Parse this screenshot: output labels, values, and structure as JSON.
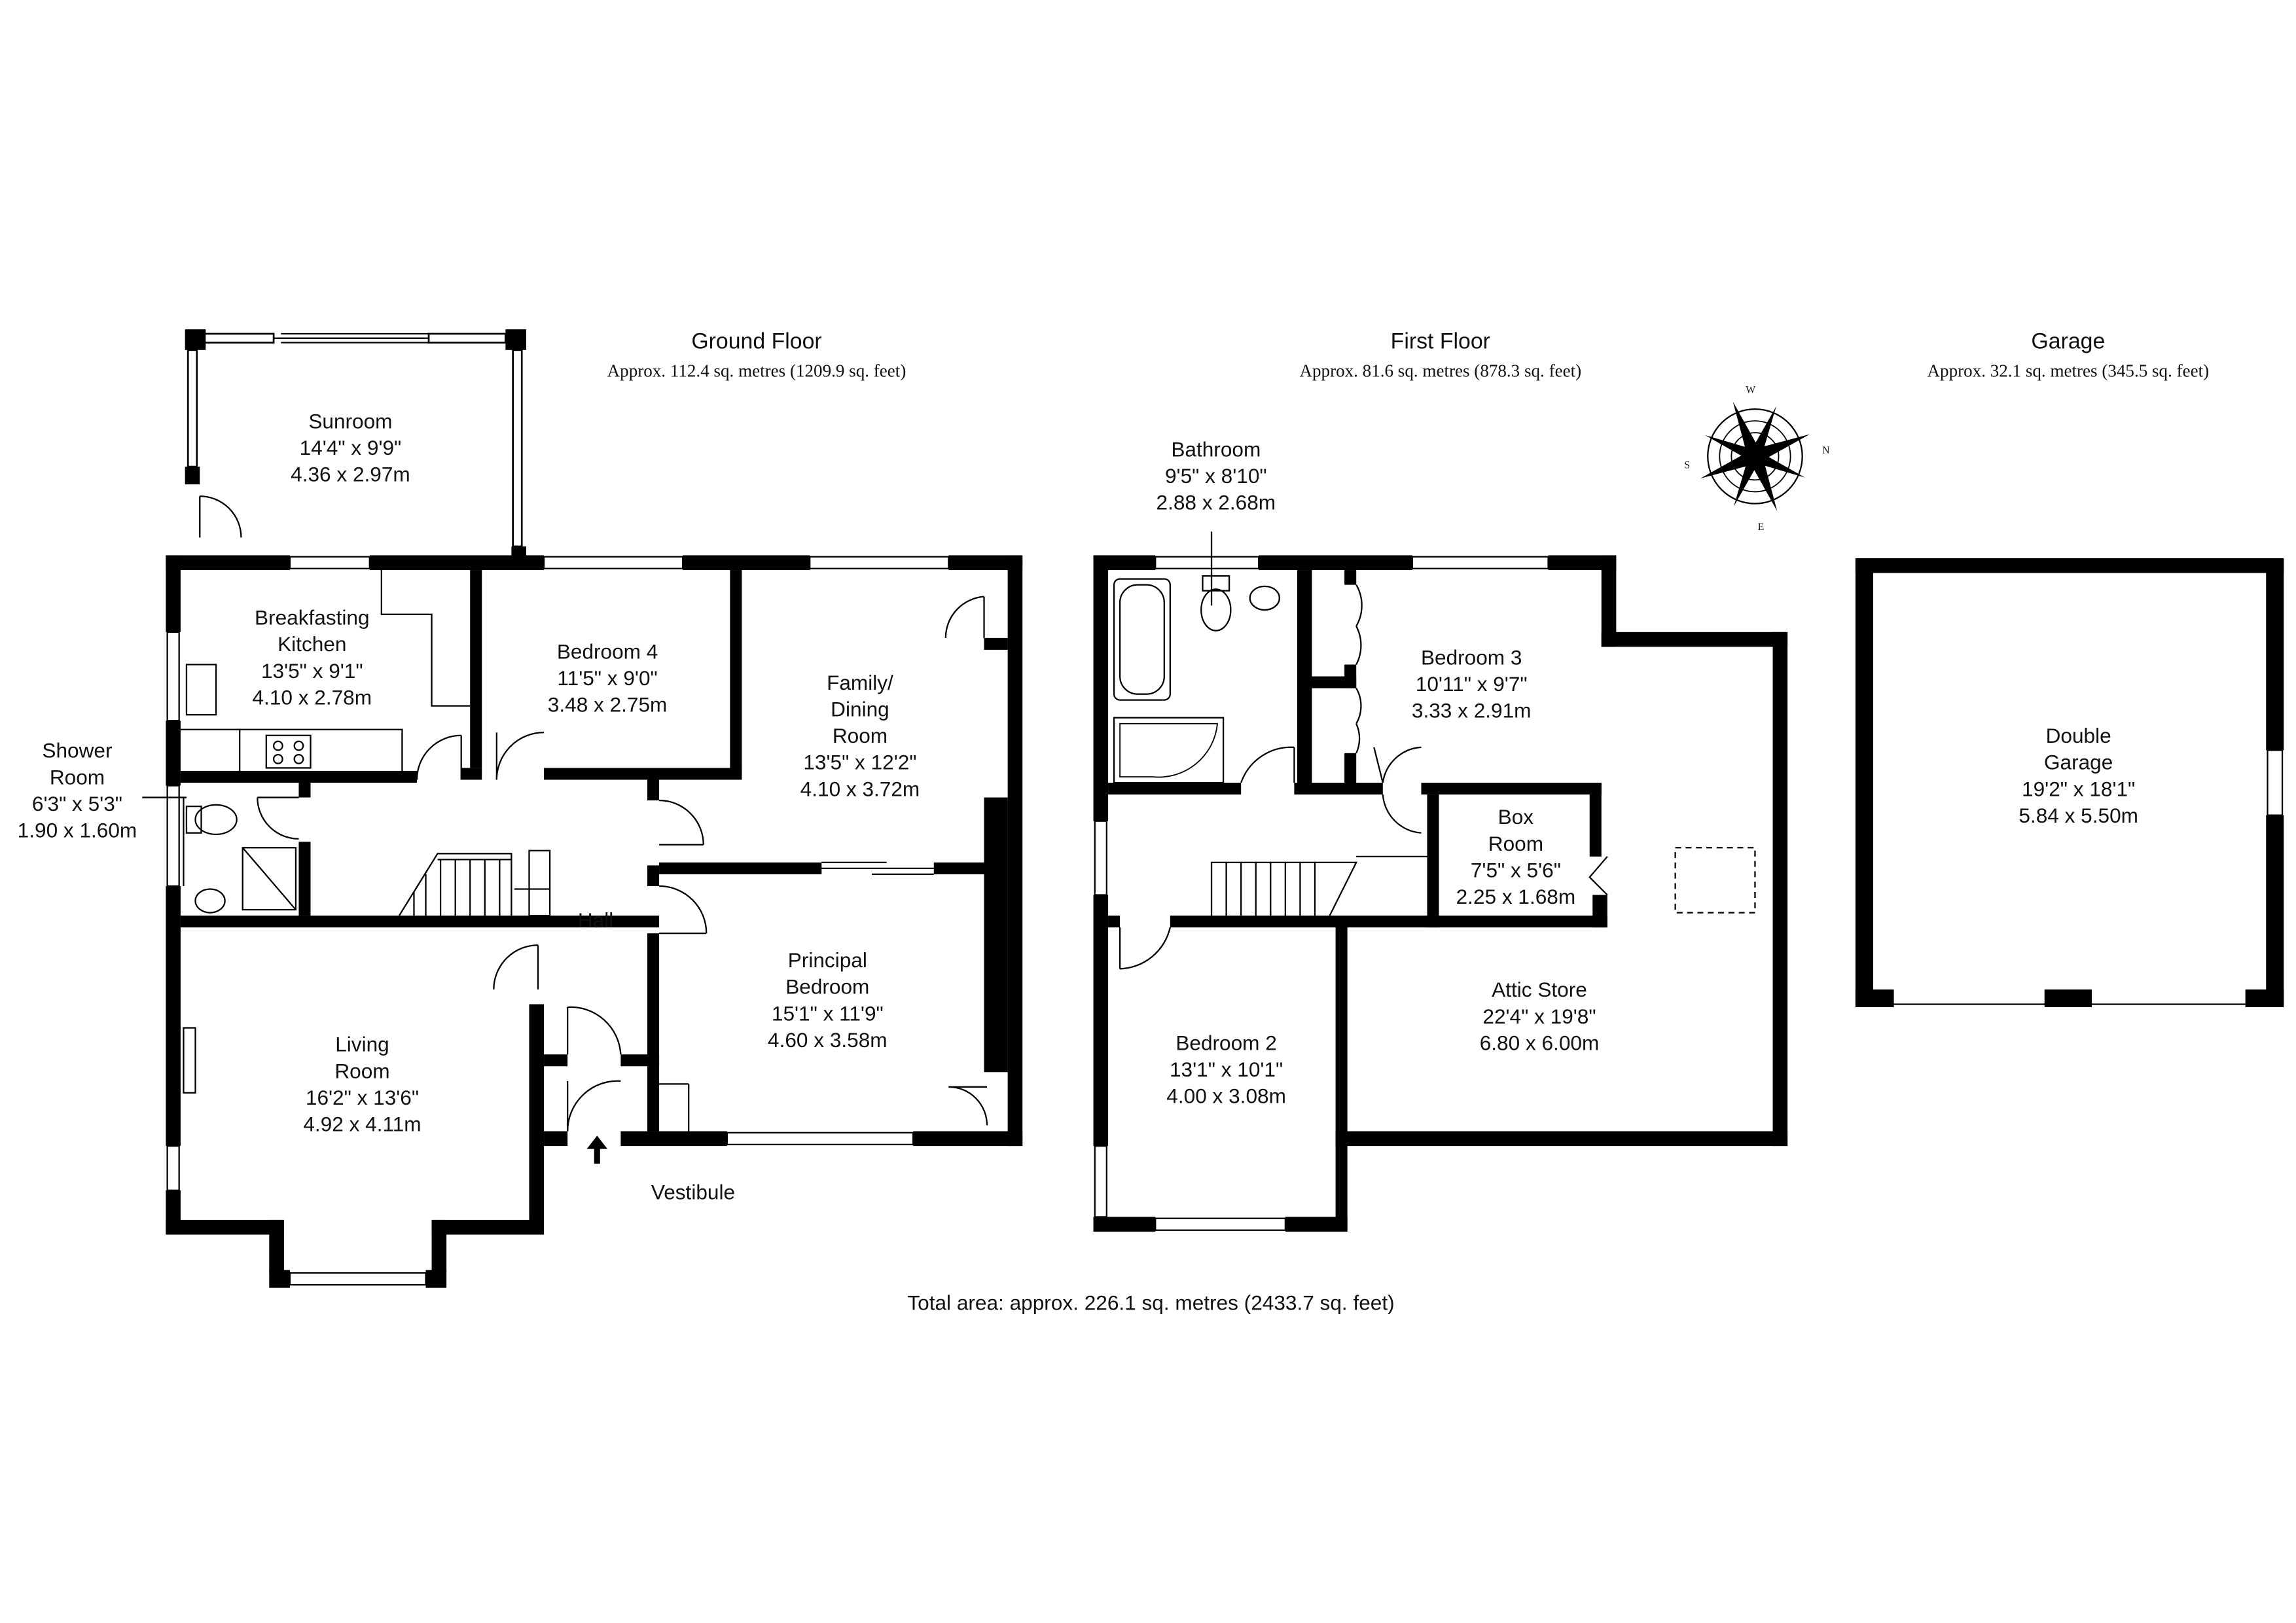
{
  "sections": {
    "ground": {
      "title": "Ground Floor",
      "area": "Approx. 112.4 sq. metres (1209.9 sq. feet)"
    },
    "first": {
      "title": "First Floor",
      "area": "Approx. 81.6 sq. metres (878.3 sq. feet)"
    },
    "garage": {
      "title": "Garage",
      "area": "Approx. 32.1 sq. metres (345.5 sq. feet)"
    }
  },
  "rooms": {
    "sunroom": {
      "name": "Sunroom",
      "imperial": "14'4\" x 9'9\"",
      "metric": "4.36 x 2.97m"
    },
    "kitchen": {
      "name1": "Breakfasting",
      "name2": "Kitchen",
      "imperial": "13'5\" x 9'1\"",
      "metric": "4.10 x 2.78m"
    },
    "bedroom4": {
      "name": "Bedroom 4",
      "imperial": "11'5\" x 9'0\"",
      "metric": "3.48 x 2.75m"
    },
    "family": {
      "name1": "Family/",
      "name2": "Dining",
      "name3": "Room",
      "imperial": "13'5\" x 12'2\"",
      "metric": "4.10 x 3.72m"
    },
    "shower": {
      "name1": "Shower",
      "name2": "Room",
      "imperial": "6'3\" x 5'3\"",
      "metric": "1.90 x 1.60m"
    },
    "hall": {
      "name": "Hall"
    },
    "principal": {
      "name1": "Principal",
      "name2": "Bedroom",
      "imperial": "15'1\" x 11'9\"",
      "metric": "4.60 x 3.58m"
    },
    "living": {
      "name1": "Living",
      "name2": "Room",
      "imperial": "16'2\" x 13'6\"",
      "metric": "4.92 x 4.11m"
    },
    "vestibule": {
      "name": "Vestibule"
    },
    "bathroom": {
      "name": "Bathroom",
      "imperial": "9'5\" x 8'10\"",
      "metric": "2.88 x 2.68m"
    },
    "bedroom3": {
      "name": "Bedroom 3",
      "imperial": "10'11\" x 9'7\"",
      "metric": "3.33 x 2.91m"
    },
    "boxroom": {
      "name1": "Box",
      "name2": "Room",
      "imperial": "7'5\" x 5'6\"",
      "metric": "2.25 x 1.68m"
    },
    "attic": {
      "name": "Attic Store",
      "imperial": "22'4\" x 19'8\"",
      "metric": "6.80 x 6.00m"
    },
    "bedroom2": {
      "name": "Bedroom 2",
      "imperial": "13'1\" x 10'1\"",
      "metric": "4.00 x 3.08m"
    },
    "doublegarage": {
      "name1": "Double",
      "name2": "Garage",
      "imperial": "19'2\" x 18'1\"",
      "metric": "5.84 x 5.50m"
    }
  },
  "compass": {
    "n": "N",
    "s": "S",
    "e": "E",
    "w": "W"
  },
  "total": "Total area: approx. 226.1 sq. metres (2433.7 sq. feet)"
}
